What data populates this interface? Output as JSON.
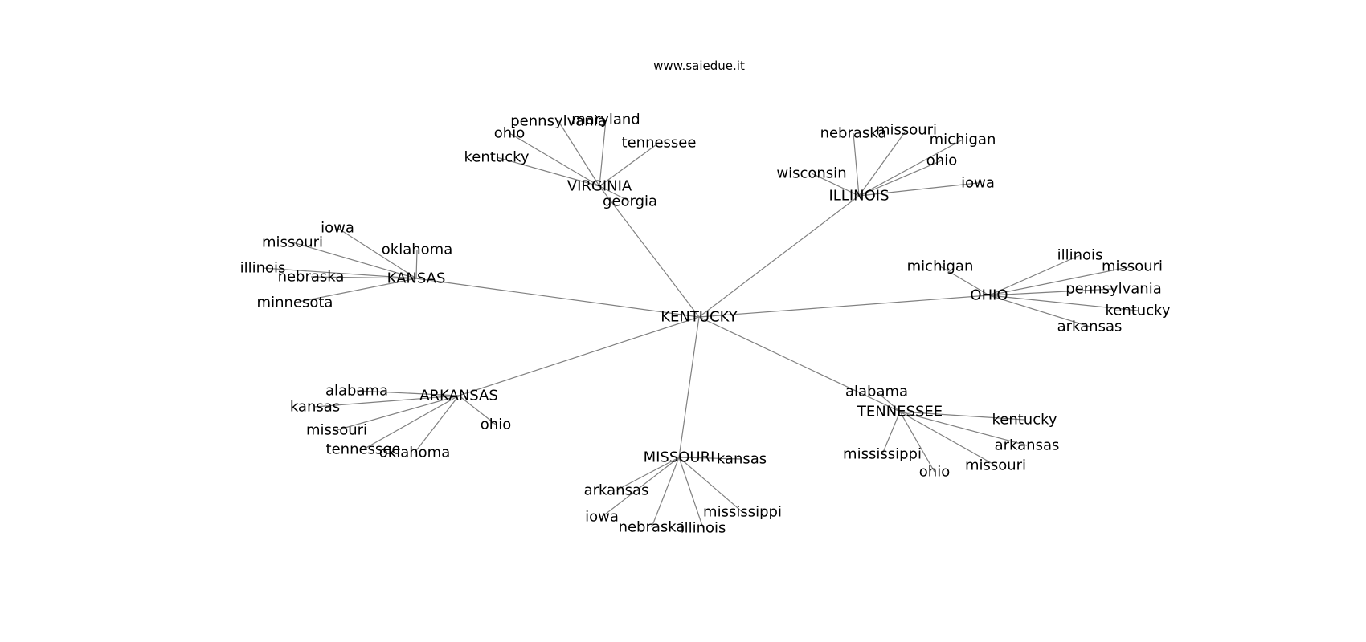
{
  "title": "www.saiedue.it",
  "colors": {
    "edge": "#808080",
    "text": "#000000",
    "background": "#ffffff"
  },
  "graph": {
    "center": "KENTUCKY",
    "hubs": [
      {
        "name": "VIRGINIA",
        "children": [
          "pennsylvania",
          "maryland",
          "ohio",
          "tennessee",
          "kentucky",
          "georgia"
        ]
      },
      {
        "name": "ILLINOIS",
        "children": [
          "nebraska",
          "missouri",
          "michigan",
          "ohio",
          "wisconsin",
          "iowa"
        ]
      },
      {
        "name": "KANSAS",
        "children": [
          "iowa",
          "missouri",
          "oklahoma",
          "illinois",
          "nebraska",
          "minnesota"
        ]
      },
      {
        "name": "OHIO",
        "children": [
          "michigan",
          "illinois",
          "missouri",
          "pennsylvania",
          "kentucky",
          "arkansas"
        ]
      },
      {
        "name": "ARKANSAS",
        "children": [
          "alabama",
          "kansas",
          "missouri",
          "ohio",
          "tennessee",
          "oklahoma"
        ]
      },
      {
        "name": "TENNESSEE",
        "children": [
          "alabama",
          "kentucky",
          "arkansas",
          "mississippi",
          "missouri",
          "ohio"
        ]
      },
      {
        "name": "MISSOURI",
        "children": [
          "kansas",
          "arkansas",
          "mississippi",
          "iowa",
          "nebraska",
          "illinois"
        ]
      }
    ]
  }
}
